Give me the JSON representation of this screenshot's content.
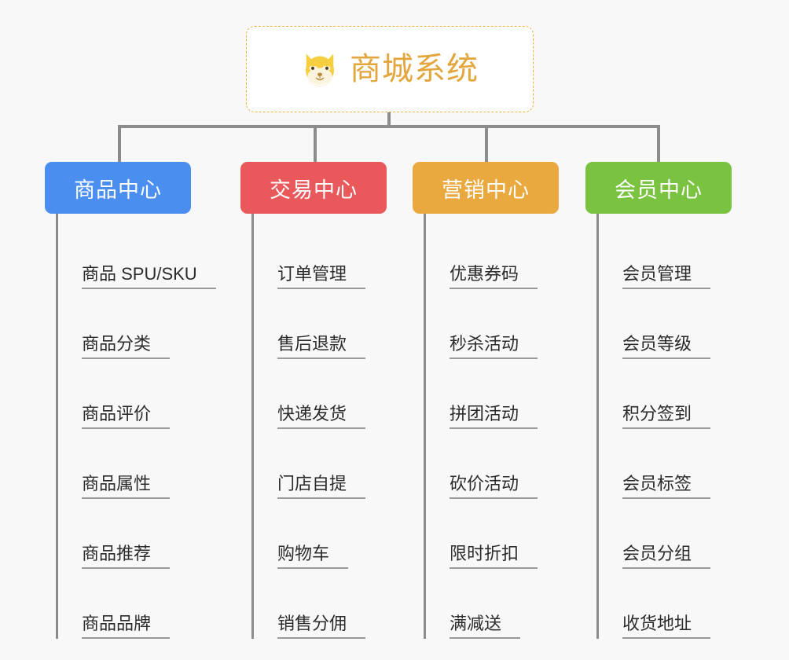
{
  "page": {
    "background_color": "#f8f8f8",
    "type": "mind-map",
    "connector_color": "#8c8c8c"
  },
  "root": {
    "title": "商城系统",
    "icon": "shiba-dog-face-icon",
    "text_color": "#e3a63c",
    "border_color": "#efb23f",
    "background_color": "#ffffff"
  },
  "columns": [
    {
      "header": "商品中心",
      "color": "#4a8ff0",
      "items": [
        "商品 SPU/SKU",
        "商品分类",
        "商品评价",
        "商品属性",
        "商品推荐",
        "商品品牌"
      ]
    },
    {
      "header": "交易中心",
      "color": "#e9585b",
      "items": [
        "订单管理",
        "售后退款",
        "快递发货",
        "门店自提",
        "购物车",
        "销售分佣"
      ]
    },
    {
      "header": "营销中心",
      "color": "#eaa93f",
      "items": [
        "优惠券码",
        "秒杀活动",
        "拼团活动",
        "砍价活动",
        "限时折扣",
        "满减送"
      ]
    },
    {
      "header": "会员中心",
      "color": "#79c340",
      "items": [
        "会员管理",
        "会员等级",
        "积分签到",
        "会员标签",
        "会员分组",
        "收货地址"
      ]
    }
  ]
}
